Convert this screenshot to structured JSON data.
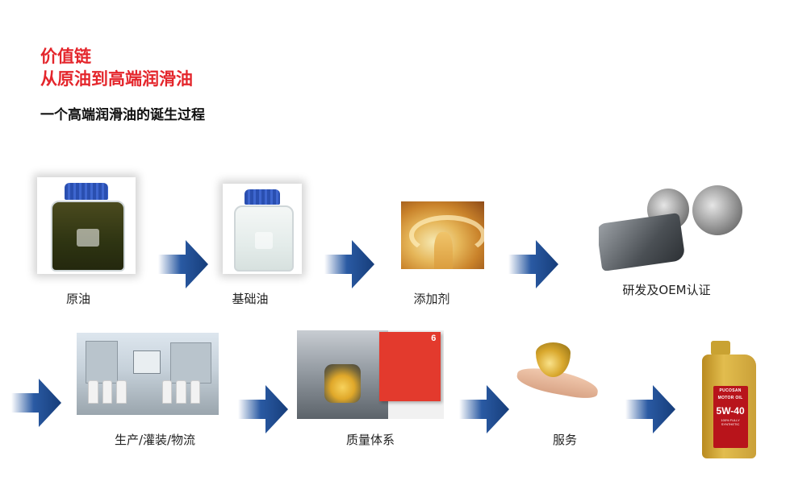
{
  "header": {
    "title_line1": "价值链",
    "title_line2": "从原油到高端润滑油",
    "subtitle": "一个高端润滑油的诞生过程"
  },
  "steps": [
    {
      "label": "原油",
      "icon": "crude-oil-jar-image"
    },
    {
      "label": "基础油",
      "icon": "base-oil-jar-image"
    },
    {
      "label": "添加剂",
      "icon": "additive-image"
    },
    {
      "label": "研发及OEM认证",
      "icon": "engine-parts-image"
    },
    {
      "label": "生产/灌装/物流",
      "icon": "factory-line-image"
    },
    {
      "label": "质量体系",
      "icon": "quality-lab-image"
    },
    {
      "label": "服务",
      "icon": "oil-drop-hand-image"
    }
  ],
  "quality_doc_number": "6",
  "product": {
    "brand": "PUCOSAN",
    "badge": "MOTOR OIL",
    "viscosity": "5W-40",
    "desc": "100% FULLY SYNTHETIC"
  },
  "colors": {
    "title_red": "#e4262c",
    "arrow_blue": "#1f4f96"
  }
}
